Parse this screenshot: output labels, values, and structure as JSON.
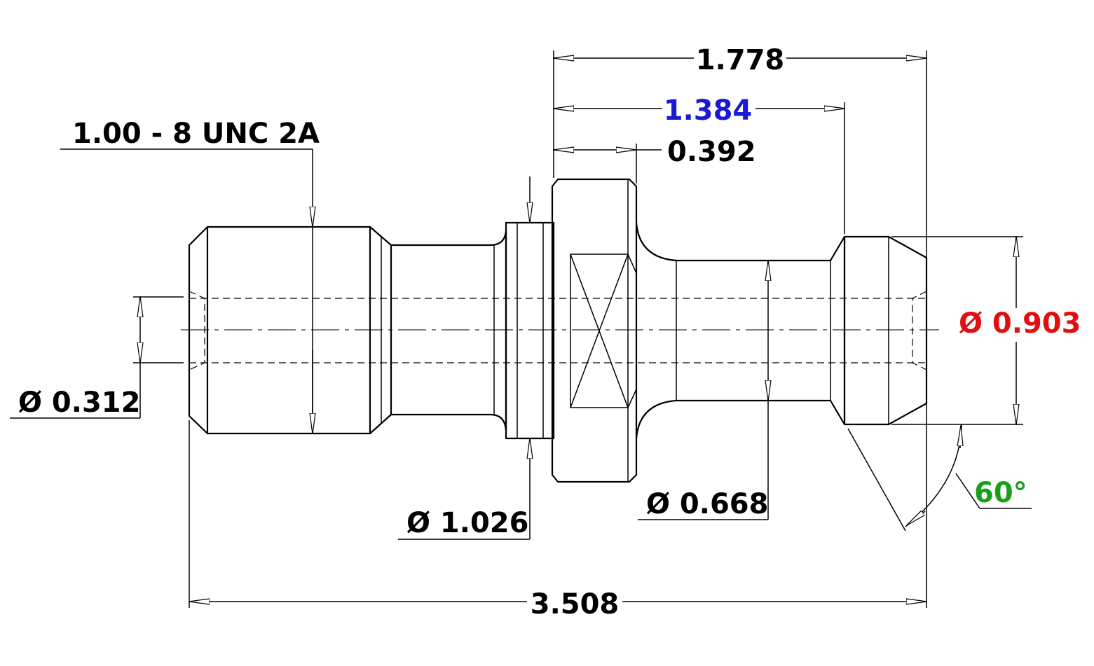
{
  "dimensions": {
    "overall_length": "3.508",
    "length_1778": "1.778",
    "length_1384": "1.384",
    "flange_width": "0.392",
    "thread_callout": "1.00 - 8 UNC 2A",
    "bore_diameter": "Ø 0.312",
    "flange_diameter": "Ø 1.026",
    "neck_diameter": "Ø 0.668",
    "head_diameter": "Ø 0.903",
    "head_angle": "60°"
  },
  "colors": {
    "default": "#000000",
    "length_1384": "#1a1ad6",
    "head_diameter": "#e01010",
    "head_angle": "#17a017"
  }
}
